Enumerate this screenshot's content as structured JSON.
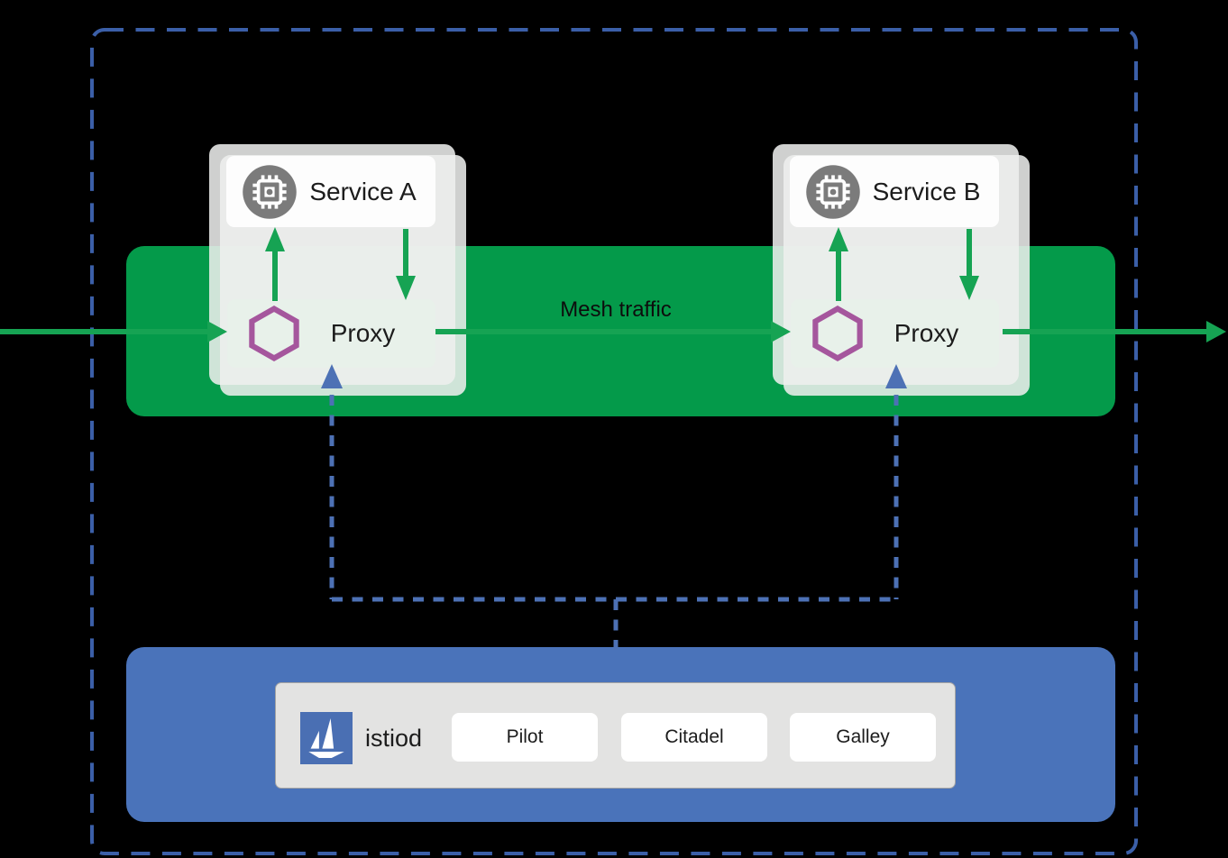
{
  "mesh_band": {
    "label": "Mesh traffic"
  },
  "pods": [
    {
      "service_label": "Service A",
      "proxy_label": "Proxy",
      "service_icon": "cpu-chip-icon",
      "proxy_icon": "envoy-hexagon-icon"
    },
    {
      "service_label": "Service B",
      "proxy_label": "Proxy",
      "service_icon": "cpu-chip-icon",
      "proxy_icon": "envoy-hexagon-icon"
    }
  ],
  "control_plane": {
    "label": "istiod",
    "logo_icon": "istio-sailboat-icon",
    "components": [
      {
        "label": "Pilot"
      },
      {
        "label": "Citadel"
      },
      {
        "label": "Galley"
      }
    ]
  },
  "colors": {
    "background": "#000000",
    "mesh_green": "#049a4a",
    "arrow_green": "#16a353",
    "control_plane_blue": "#4a73ba",
    "connector_blue": "#4d71b5",
    "boundary_blue": "#3b5fa8",
    "hexagon_purple": "#a5569d",
    "icon_gray": "#7b7b7b",
    "pod_gray": "#eeefee",
    "proxy_fill": "#e8f1ea"
  }
}
